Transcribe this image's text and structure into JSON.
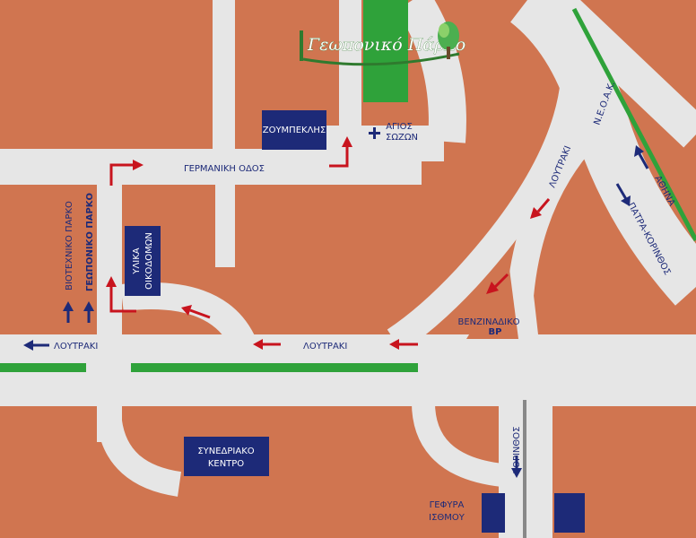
{
  "colors": {
    "land": "#d07550",
    "road": "#e6e6e6",
    "green": "#2fa23a",
    "navy": "#1d2a78",
    "red": "#c8141e"
  },
  "logo": {
    "text": "Γεωπονικό Πάρκο",
    "icon": "tree-icon"
  },
  "streets": {
    "germaniki": "ΓΕΡΜΑΝΙΚΗ ΟΔΟΣ",
    "loutraki_left": "ΛΟΥΤΡΑΚΙ",
    "loutraki_center": "ΛΟΥΤΡΑΚΙ",
    "loutraki_ramp": "ΛΟΥΤΡΑΚΙ",
    "neoak": "Ν.Ε.Ο.Α.Κ.",
    "athina": "ΑΘΗΝΑ",
    "patra_korinthos": "ΠΑΤΡΑ-ΚΟΡΙΝΘΟΣ",
    "korinthos": "ΚΟΡΙΝΘΟΣ"
  },
  "pois": {
    "zoumpeklis": "ΖΟΥΜΠΕΚΛΗΣ",
    "agios_line1": "ΑΓΙΟΣ",
    "agios_line2": "ΣΩΖΩΝ",
    "ylika_line1": "ΥΛΙΚΑ",
    "ylika_line2": "ΟΙΚΟΔΟΜΩΝ",
    "synedriako_line1": "ΣΥΝΕΔΡΙΑΚΟ",
    "synedriako_line2": "ΚΕΝΤΡΟ",
    "gefyra_line1": "ΓΕΦΥΡΑ",
    "gefyra_line2": "ΙΣΘΜΟΥ",
    "venzinadiko": "ΒΕΝΖΙΝΑΔΙΚΟ",
    "bp": "BP",
    "viotexniko": "ΒΙΟΤΕΧΝΙΚΟ ΠΑΡΚΟ",
    "geoponiko": "ΓΕΩΠΟΝΙΚΟ ΠΑΡΚΟ"
  }
}
